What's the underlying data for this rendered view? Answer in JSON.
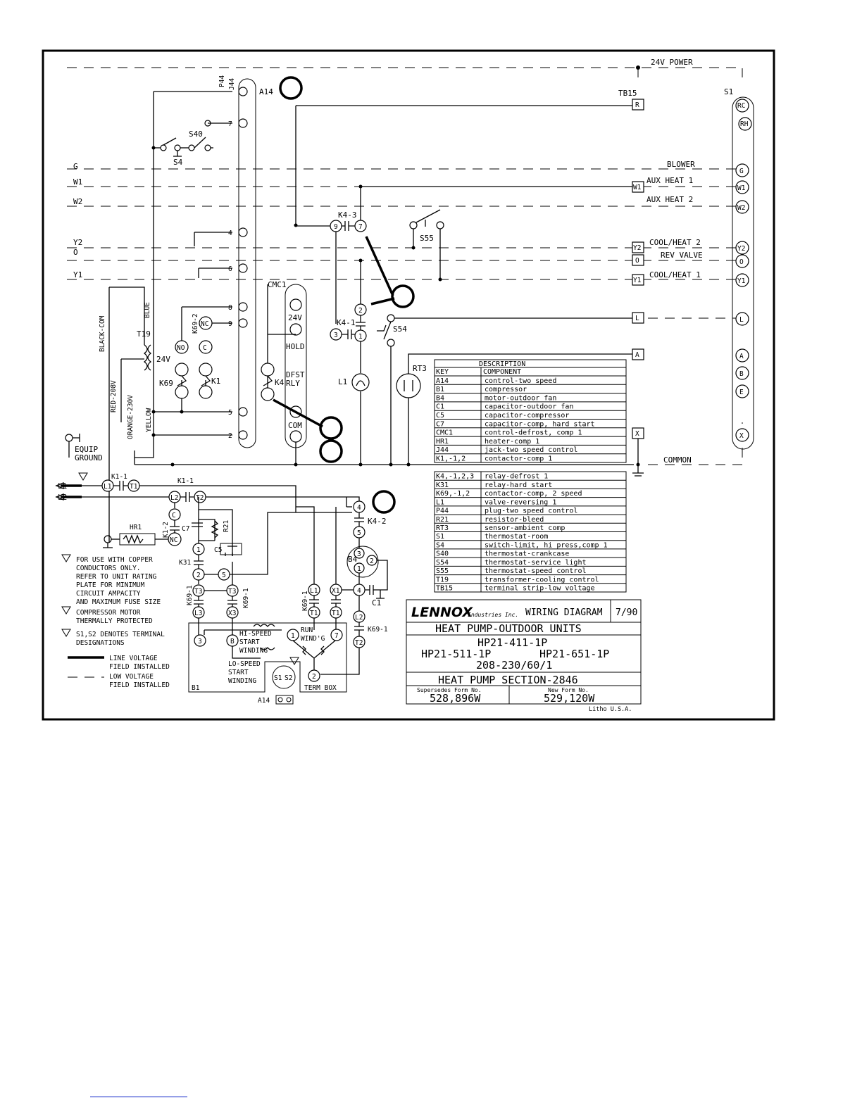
{
  "diagram": {
    "bus_labels": {
      "power": "24V POWER",
      "common": "COMMON",
      "blower": "BLOWER",
      "aux1": "AUX HEAT 1",
      "aux2": "AUX HEAT 2",
      "coolheat2": "COOL/HEAT 2",
      "revvalve": "REV VALVE",
      "coolheat1": "COOL/HEAT 1"
    },
    "left_labels": {
      "g": "G",
      "w1": "W1",
      "w2": "W2",
      "y2": "Y2",
      "o": "O",
      "y1": "Y1"
    },
    "component_labels": {
      "a14": "A14",
      "p44": "P44",
      "j44": "J44",
      "s40": "S40",
      "s4": "S4",
      "tb15": "TB15",
      "s1": "S1",
      "k43": "K4-3",
      "s55": "S55",
      "cmc1": "CMC1",
      "v24": "24V",
      "hold": "HOLD",
      "dfst": "DFST",
      "rly": "RLY",
      "k4": "K4",
      "com": "COM",
      "k41": "K4-1",
      "s54": "S54",
      "l1": "L1",
      "rt3": "RT3",
      "t19": "T19",
      "t19v": "24V",
      "k69": "K69",
      "k692": "K69-2",
      "k1": "K1",
      "blackcom": "BLACK-COM",
      "blue": "BLUE",
      "red": "RED-208V",
      "orange": "ORANGE-230V",
      "yellow": "YELLOW",
      "equip1": "EQUIP",
      "equip2": "GROUND",
      "k11a": "K1-1",
      "k11b": "K1-1",
      "k12": "K1-2",
      "hr1": "HR1",
      "c7": "C7",
      "r21": "R21",
      "c5": "C5",
      "k31": "K31",
      "k42": "K4-2",
      "b4": "B4",
      "c1": "C1",
      "k691a": "K69-1",
      "k691b": "K69-1",
      "k691c": "K69-1",
      "k691d": "K69-1",
      "b1": "B1",
      "termbox": "TERM BOX",
      "a14b": "A14",
      "hs1": "HI-SPEED",
      "hs2": "START",
      "hs3": "WINDING",
      "ls1": "LO-SPEED",
      "ls2": "START",
      "ls3": "WINDING",
      "run1": "RUN",
      "run2": "WIND'G",
      "line1": "L1",
      "line2": "L2"
    },
    "notes": [
      "FOR USE WITH COPPER",
      "CONDUCTORS ONLY.",
      "REFER TO UNIT RATING",
      "PLATE FOR MINIMUM",
      "CIRCUIT AMPACITY",
      "AND MAXIMUM FUSE SIZE"
    ],
    "note2": [
      "COMPRESSOR MOTOR",
      "THERMALLY PROTECTED"
    ],
    "note3": [
      "S1,S2 DENOTES TERMINAL",
      "DESIGNATIONS"
    ],
    "legend": {
      "line1": "LINE VOLTAGE",
      "line2": "FIELD INSTALLED",
      "low1": "LOW VOLTAGE",
      "low2": "FIELD INSTALLED"
    },
    "table_header": "DESCRIPTION",
    "table_cols": [
      "KEY",
      "COMPONENT"
    ],
    "table_rows": [
      [
        "A14",
        "control-two speed"
      ],
      [
        "B1",
        "compressor"
      ],
      [
        "B4",
        "motor-outdoor fan"
      ],
      [
        "C1",
        "capacitor-outdoor fan"
      ],
      [
        "C5",
        "capacitor-compressor"
      ],
      [
        "C7",
        "capacitor-comp, hard start"
      ],
      [
        "CMC1",
        "control-defrost, comp 1"
      ],
      [
        "HR1",
        "heater-comp 1"
      ],
      [
        "J44",
        "jack-two speed control"
      ],
      [
        "K1,-1,2",
        "contactor-comp 1"
      ]
    ],
    "table2_rows": [
      [
        "K4,-1,2,3",
        "relay-defrost 1"
      ],
      [
        "K31",
        "relay-hard start"
      ],
      [
        "K69,-1,2",
        "contactor-comp, 2 speed"
      ],
      [
        "L1",
        "valve-reversing 1"
      ],
      [
        "P44",
        "plug-two speed control"
      ],
      [
        "R21",
        "resistor-bleed"
      ],
      [
        "RT3",
        "sensor-ambient comp"
      ],
      [
        "S1",
        "thermostat-room"
      ],
      [
        "S4",
        "switch-limit, hi press,comp 1"
      ],
      [
        "S40",
        "thermostat-crankcase"
      ],
      [
        "S54",
        "thermostat-service light"
      ],
      [
        "S55",
        "thermostat-speed control"
      ],
      [
        "T19",
        "transformer-cooling control"
      ],
      [
        "TB15",
        "terminal strip-low voltage"
      ]
    ],
    "title_block": {
      "logo": "LENNOX",
      "logo_sub": "Industries Inc.",
      "doc_type": "WIRING DIAGRAM",
      "date": "7/90",
      "line1": "HEAT PUMP-OUTDOOR UNITS",
      "line2": "HP21-411-1P",
      "line3a": "HP21-511-1P",
      "line3b": "HP21-651-1P",
      "line4": "208-230/60/1",
      "line5": "HEAT PUMP SECTION-2846",
      "supersedes_label": "Supersedes Form No.",
      "supersedes": "528,896W",
      "new_label": "New Form No.",
      "new_form": "529,120W",
      "litho": "Litho U.S.A."
    }
  }
}
